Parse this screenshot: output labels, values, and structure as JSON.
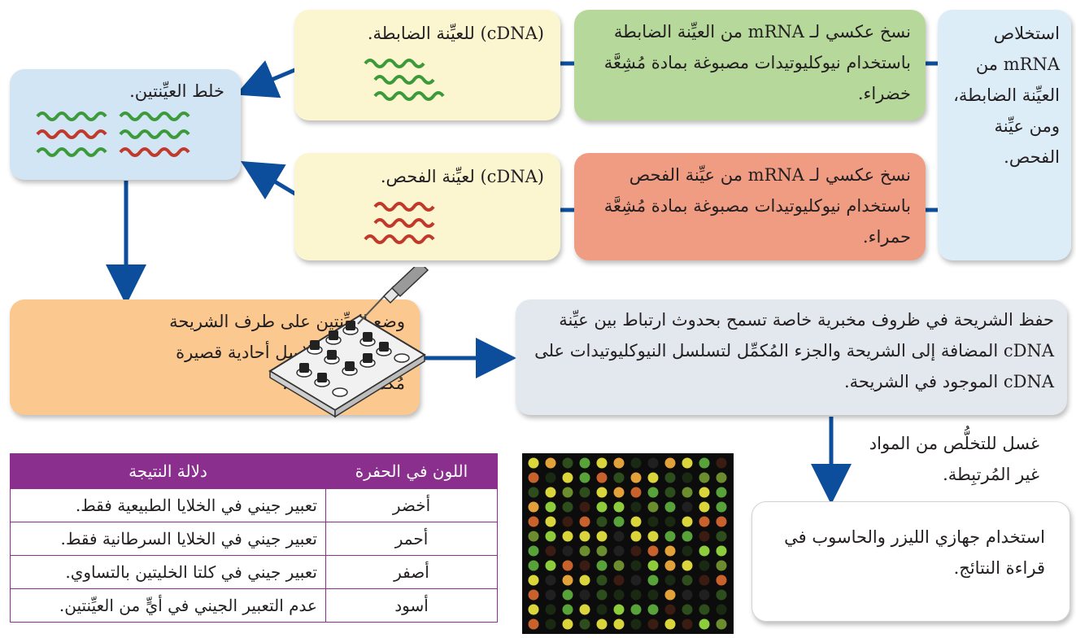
{
  "boxes": {
    "extract": "استخلاص mRNA من العيِّنة الضابطة، ومن عيِّنة الفحص.",
    "green": "نسخ عكسي لـ mRNA من العيِّنة الضابطة باستخدام نيوكليوتيدات مصبوغة بمادة مُشِعَّة خضراء.",
    "red": "نسخ عكسي لـ mRNA من عيِّنة الفحص باستخدام نيوكليوتيدات مصبوغة بمادة مُشِعَّة حمراء.",
    "control_cdna": "(cDNA) للعيِّنة الضابطة.",
    "test_cdna": "(cDNA) لعيِّنة الفحص.",
    "mix": "خلط العيِّنتين.",
    "place": "وضع العيِّنتين على طرف الشريحة التي تحوي سلاسل أحادية قصيرة مُكمِّلة من DNA.",
    "keep": "حفظ الشريحة في ظروف مخبرية خاصة تسمح بحدوث ارتباط بين عيِّنة cDNA المضافة إلى الشريحة والجزء المُكمِّل لتسلسل النيوكليوتيدات على cDNA الموجود في الشريحة.",
    "wash": "غسل للتخلُّص من المواد غير المُرتبِطة.",
    "laser": "استخدام جهازي الليزر والحاسوب في قراءة النتائج."
  },
  "colors": {
    "green_strand": "#3d9a3a",
    "red_strand": "#c0392b",
    "arrow": "#0d4e9c",
    "table_header": "#8b2f8f"
  },
  "table": {
    "headers": {
      "color": "اللون في الحفرة",
      "meaning": "دلالة النتيجة"
    },
    "rows": [
      {
        "color": "أخضر",
        "meaning": "تعبير جيني في الخلايا الطبيعية فقط."
      },
      {
        "color": "أحمر",
        "meaning": "تعبير جيني في الخلايا السرطانية فقط."
      },
      {
        "color": "أصفر",
        "meaning": "تعبير جيني في كلتا الخليتين بالتساوي."
      },
      {
        "color": "أسود",
        "meaning": "عدم التعبير الجيني في أيٍّ من العيِّنتين."
      }
    ]
  },
  "icons": {
    "pipette": "pipette-icon",
    "slide": "microarray-slide-icon",
    "microarray": "microarray-result-image"
  }
}
